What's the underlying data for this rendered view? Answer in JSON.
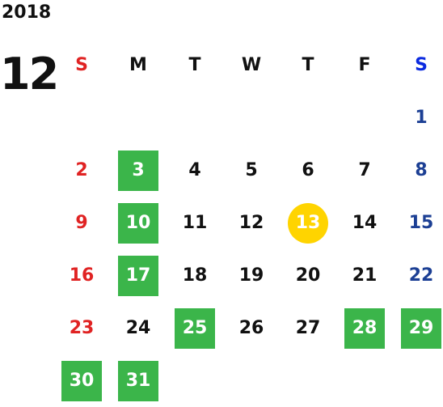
{
  "calendar": {
    "year": "2018",
    "month": "12",
    "weekdays": [
      "S",
      "M",
      "T",
      "W",
      "T",
      "F",
      "S"
    ],
    "colors": {
      "sunday": "#e02323",
      "saturday_header": "#0b2ae0",
      "saturday": "#1c3f94",
      "holiday_bg": "#3bb54a",
      "today_bg": "#ffd400"
    },
    "weeks": [
      [
        "",
        "",
        "",
        "",
        "",
        "",
        "1"
      ],
      [
        "2",
        "3",
        "4",
        "5",
        "6",
        "7",
        "8"
      ],
      [
        "9",
        "10",
        "11",
        "12",
        "13",
        "14",
        "15"
      ],
      [
        "16",
        "17",
        "18",
        "19",
        "20",
        "21",
        "22"
      ],
      [
        "23",
        "24",
        "25",
        "26",
        "27",
        "28",
        "29"
      ],
      [
        "30",
        "31",
        "",
        "",
        "",
        "",
        ""
      ]
    ],
    "highlighted_days": [
      "3",
      "10",
      "17",
      "25",
      "28",
      "29",
      "30",
      "31"
    ],
    "today": "13"
  }
}
